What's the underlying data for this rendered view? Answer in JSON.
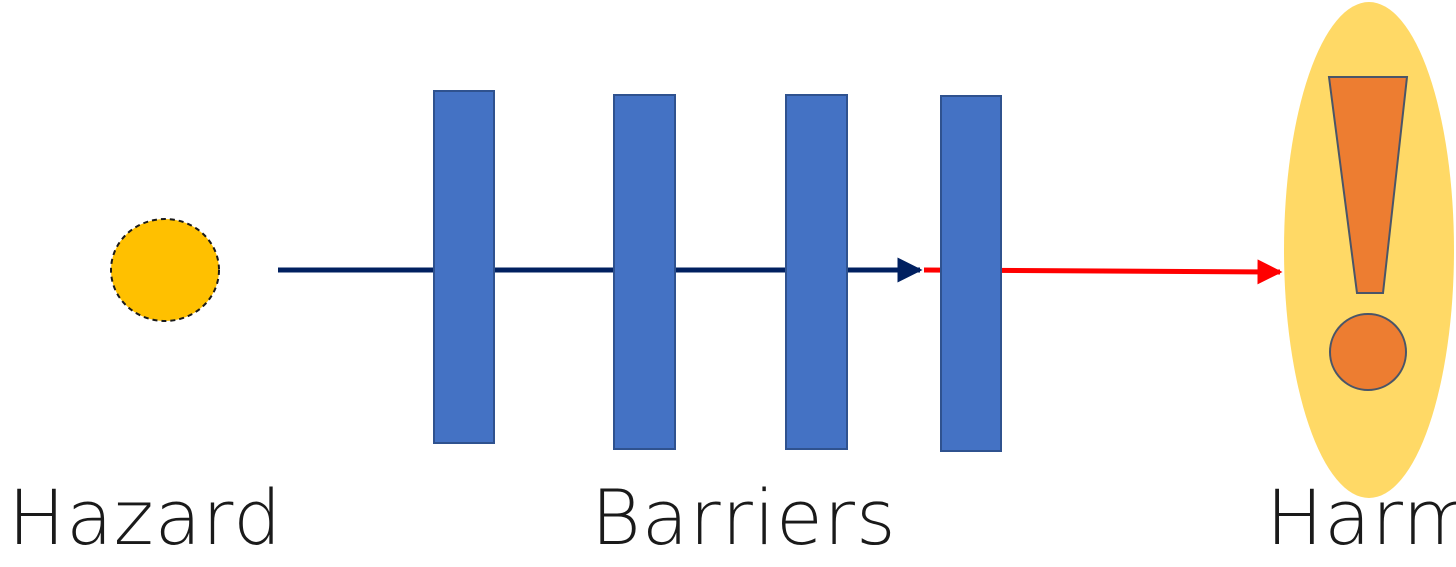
{
  "labels": {
    "hazard": "Hazard",
    "barriers": "Barriers",
    "harm": "Harm"
  },
  "colors": {
    "hazard_fill": "#FFC000",
    "barrier_fill": "#4472C4",
    "barrier_stroke": "#2F528F",
    "path_blocked": "#002060",
    "path_breach": "#FF0000",
    "harm_halo": "#FFD966",
    "harm_mark": "#ED7D31",
    "harm_mark_stroke": "#4A5568"
  },
  "icons": {
    "hazard": "hazard-circle-icon",
    "harm": "exclamation-icon"
  }
}
